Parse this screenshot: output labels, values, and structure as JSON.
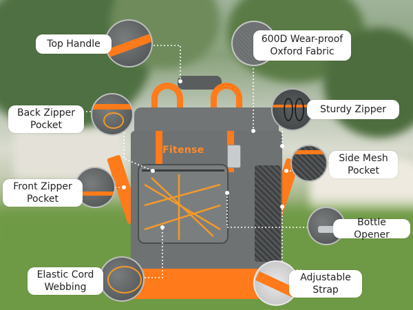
{
  "brand": {
    "name": "Fitense",
    "accent": "#ff7a1a"
  },
  "callouts": {
    "top_handle": "Top Handle",
    "fabric_line1": "600D Wear-proof",
    "fabric_line2": "Oxford Fabric",
    "back_zipper_line1": "Back Zipper",
    "back_zipper_line2": "Pocket",
    "sturdy_zipper": "Sturdy Zipper",
    "side_mesh_line1": "Side Mesh",
    "side_mesh_line2": "Pocket",
    "front_zipper_line1": "Front Zipper",
    "front_zipper_line2": "Pocket",
    "bottle_opener": "Bottle Opener",
    "elastic_line1": "Elastic Cord",
    "elastic_line2": "Webbing",
    "strap_line1": "Adjustable",
    "strap_line2": "Strap"
  },
  "colors": {
    "bag_gray": "#6f7273",
    "bag_orange": "#ff7a1a",
    "label_bg": "#ffffff"
  }
}
